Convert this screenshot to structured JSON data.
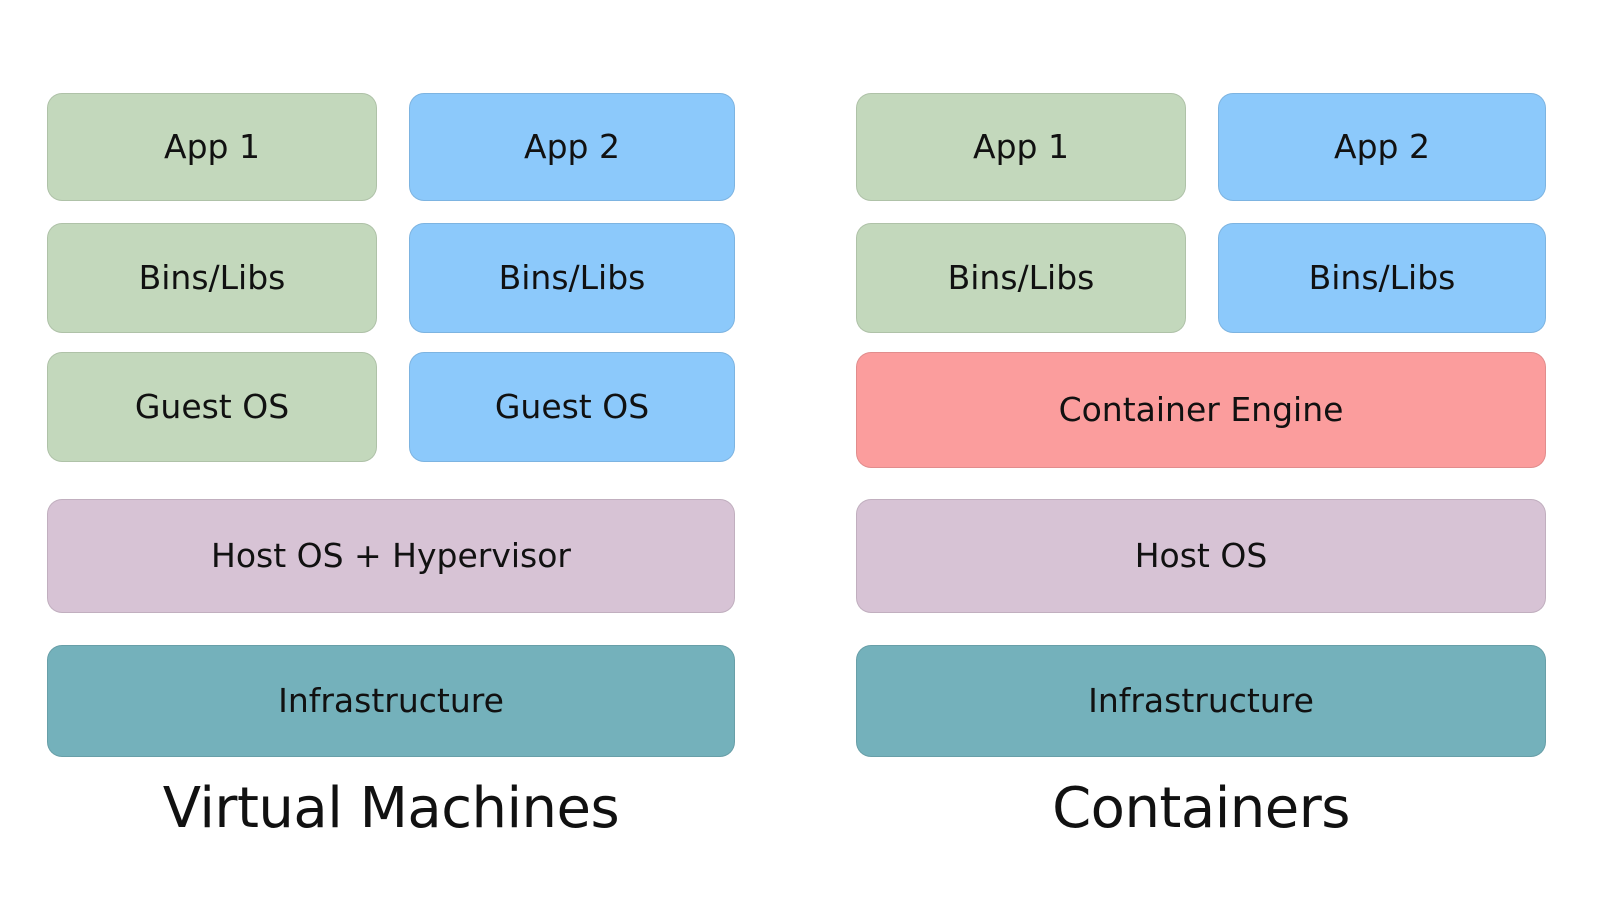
{
  "colors": {
    "green": "#c3d8bc",
    "blue": "#8cc9fb",
    "pink": "#fb9d9d",
    "lavender": "#d7c3d5",
    "teal": "#74b1bb",
    "text": "#111111",
    "bg": "#ffffff"
  },
  "diagrams": {
    "vm": {
      "title": "Virtual Machines",
      "boxes": {
        "app1": {
          "label": "App 1",
          "color": "green"
        },
        "app2": {
          "label": "App 2",
          "color": "blue"
        },
        "bins1": {
          "label": "Bins/Libs",
          "color": "green"
        },
        "bins2": {
          "label": "Bins/Libs",
          "color": "blue"
        },
        "guest1": {
          "label": "Guest OS",
          "color": "green"
        },
        "guest2": {
          "label": "Guest OS",
          "color": "blue"
        },
        "host": {
          "label": "Host OS + Hypervisor",
          "color": "lavender"
        },
        "infra": {
          "label": "Infrastructure",
          "color": "teal"
        }
      }
    },
    "containers": {
      "title": "Containers",
      "boxes": {
        "app1": {
          "label": "App 1",
          "color": "green"
        },
        "app2": {
          "label": "App 2",
          "color": "blue"
        },
        "bins1": {
          "label": "Bins/Libs",
          "color": "green"
        },
        "bins2": {
          "label": "Bins/Libs",
          "color": "blue"
        },
        "engine": {
          "label": "Container Engine",
          "color": "pink"
        },
        "host": {
          "label": "Host OS",
          "color": "lavender"
        },
        "infra": {
          "label": "Infrastructure",
          "color": "teal"
        }
      }
    }
  }
}
